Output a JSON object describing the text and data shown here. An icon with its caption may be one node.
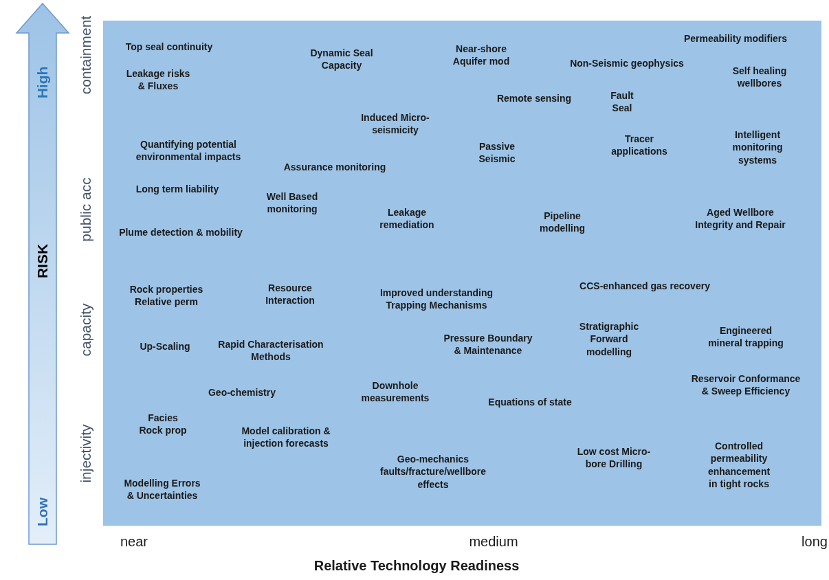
{
  "diagram": {
    "labels": [
      "High",
      "RISK",
      "Low",
      "containment",
      "public acc",
      "capacity",
      "injectivity",
      "Top seal continuity",
      "Dynamic Seal Capacity",
      "Near-shore Aquifer mod",
      "Non-Seismic geophysics",
      "Permeability modifiers",
      "Leakage risks & Fluxes",
      "Remote sensing",
      "Fault Seal",
      "Self healing wellbores",
      "Induced Micro-seismicity",
      "Quantifying potential environmental impacts",
      "Passive Seismic",
      "Tracer applications",
      "Intelligent monitoring systems",
      "Assurance monitoring",
      "Long term liability",
      "Well Based monitoring",
      "Leakage remediation",
      "Pipeline modelling",
      "Aged Wellbore Integrity and Repair",
      "Plume detection & mobility",
      "Rock properties Relative perm",
      "Resource Interaction",
      "Improved understanding Trapping Mechanisms",
      "CCS-enhanced gas recovery",
      "Up-Scaling",
      "Rapid Characterisation Methods",
      "Pressure Boundary & Maintenance",
      "Stratigraphic Forward modelling",
      "Engineered mineral trapping",
      "Geo-chemistry",
      "Downhole measurements",
      "Equations of state",
      "Reservoir Conformance & Sweep Efficiency",
      "Facies Rock prop",
      "Model calibration & injection forecasts",
      "Low cost Micro-bore Drilling",
      "Controlled permeability enhancement in tight rocks",
      "Modelling Errors & Uncertainties",
      "Geo-mechanics faults/fracture/wellbore effects",
      "near",
      "medium",
      "long",
      "Relative Technology Readiness"
    ]
  }
}
